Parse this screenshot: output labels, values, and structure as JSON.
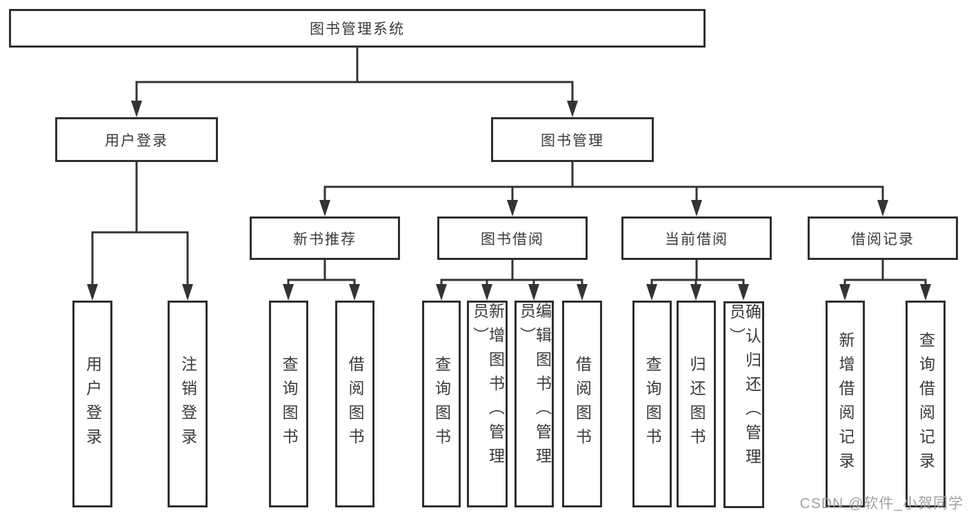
{
  "colors": {
    "line": "#333333",
    "border": "#2f2f2f",
    "text": "#3a3a3a",
    "watermark": "#a0a0a0",
    "background": "#ffffff"
  },
  "root": {
    "label": "图书管理系统"
  },
  "level2": [
    {
      "id": "user-login",
      "label": "用户登录"
    },
    {
      "id": "book-management",
      "label": "图书管理"
    }
  ],
  "level3": [
    {
      "id": "new-book-recommend",
      "label": "新书推荐",
      "parent": "图书管理"
    },
    {
      "id": "book-borrowing",
      "label": "图书借阅",
      "parent": "图书管理"
    },
    {
      "id": "current-borrowing",
      "label": "当前借阅",
      "parent": "图书管理"
    },
    {
      "id": "borrowing-records",
      "label": "借阅记录",
      "parent": "图书管理"
    }
  ],
  "leaves": [
    {
      "group": "用户登录",
      "label": "用户登录"
    },
    {
      "group": "用户登录",
      "label": "注销登录"
    },
    {
      "group": "新书推荐",
      "label": "查询图书"
    },
    {
      "group": "新书推荐",
      "label": "借阅图书"
    },
    {
      "group": "图书借阅",
      "label": "查询图书"
    },
    {
      "group": "图书借阅",
      "label": "新增图书（管理员）"
    },
    {
      "group": "图书借阅",
      "label": "编辑图书（管理员）"
    },
    {
      "group": "图书借阅",
      "label": "借阅图书"
    },
    {
      "group": "当前借阅",
      "label": "查询图书"
    },
    {
      "group": "当前借阅",
      "label": "归还图书"
    },
    {
      "group": "当前借阅",
      "label": "确认归还（管理员）"
    },
    {
      "group": "借阅记录",
      "label": "新增借阅记录"
    },
    {
      "group": "借阅记录",
      "label": "查询借阅记录"
    }
  ],
  "watermark": {
    "text": "CSDN @软件_小贺同学"
  }
}
